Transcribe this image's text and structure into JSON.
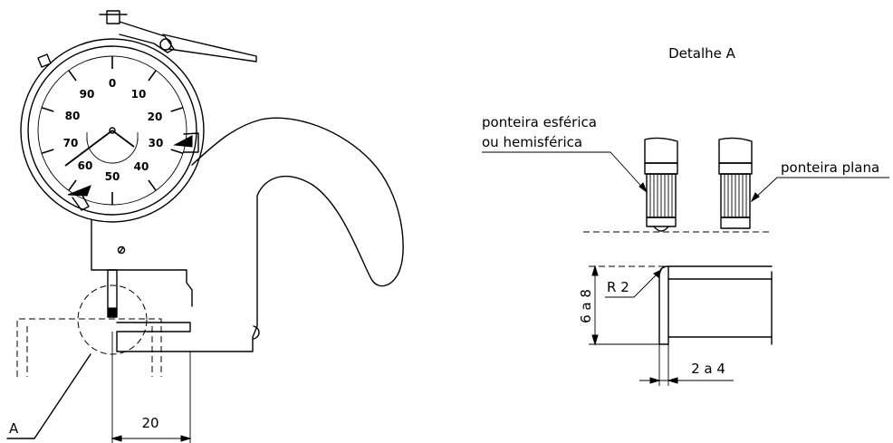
{
  "dial": {
    "numbers": [
      "0",
      "10",
      "20",
      "30",
      "40",
      "50",
      "60",
      "70",
      "80",
      "90"
    ]
  },
  "labels": {
    "detail_title": "Detalhe A",
    "section_marker": "A",
    "spherical_tip_line1": "ponteira esférica",
    "spherical_tip_line2": "ou hemisférica",
    "flat_tip": "ponteira plana"
  },
  "dimensions": {
    "throat_depth": "20",
    "radius": "R 2",
    "height_range": "6 a 8",
    "width_range": "2 a 4"
  }
}
